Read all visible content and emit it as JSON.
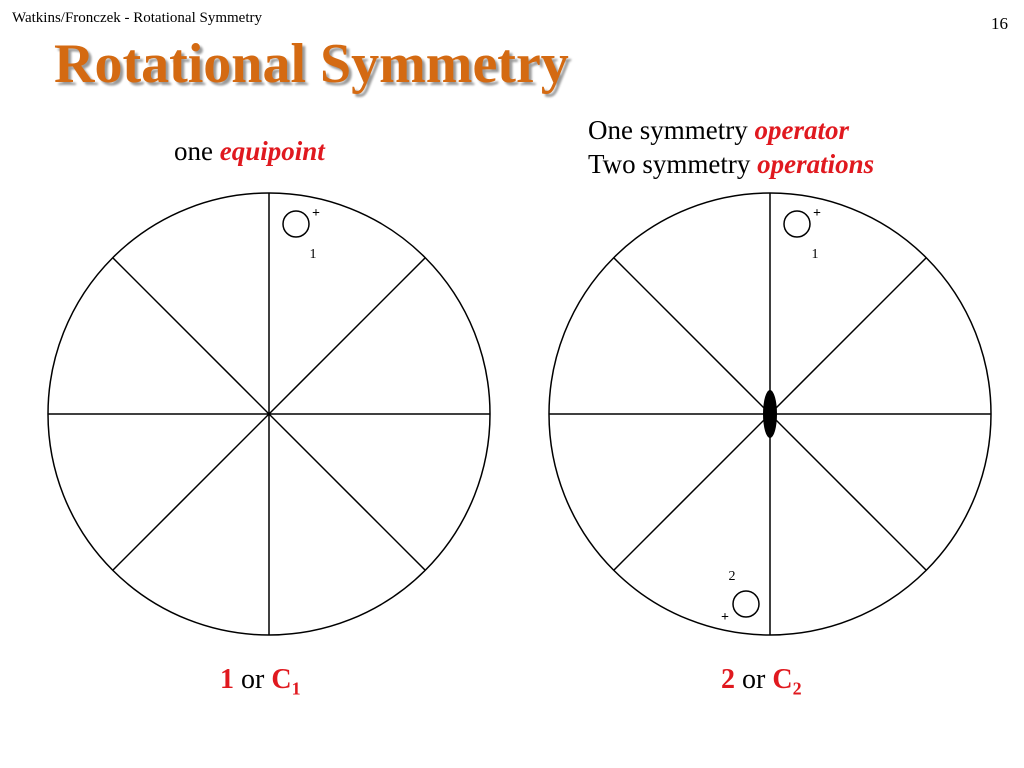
{
  "header": {
    "left": "Watkins/Fronczek - Rotational Symmetry",
    "page_number": "16"
  },
  "title": "Rotational Symmetry",
  "left_panel": {
    "caption_prefix": "one",
    "caption_emph": "equipoint",
    "points": [
      {
        "sign": "+",
        "number": "1"
      }
    ],
    "label_number": "1",
    "label_or": "or",
    "label_symbol": "C",
    "label_subscript": "1"
  },
  "right_panel": {
    "caption_line1_prefix": "One symmetry",
    "caption_line1_emph": "operator",
    "caption_line2_prefix": "Two symmetry",
    "caption_line2_emph": "operations",
    "points": [
      {
        "sign": "+",
        "number": "1"
      },
      {
        "sign": "+",
        "number": "2"
      }
    ],
    "axis_symbol": "2-fold-axis",
    "label_number": "2",
    "label_or": "or",
    "label_symbol": "C",
    "label_subscript": "2"
  },
  "colors": {
    "title": "#d46a12",
    "emphasis": "#e0191f"
  }
}
